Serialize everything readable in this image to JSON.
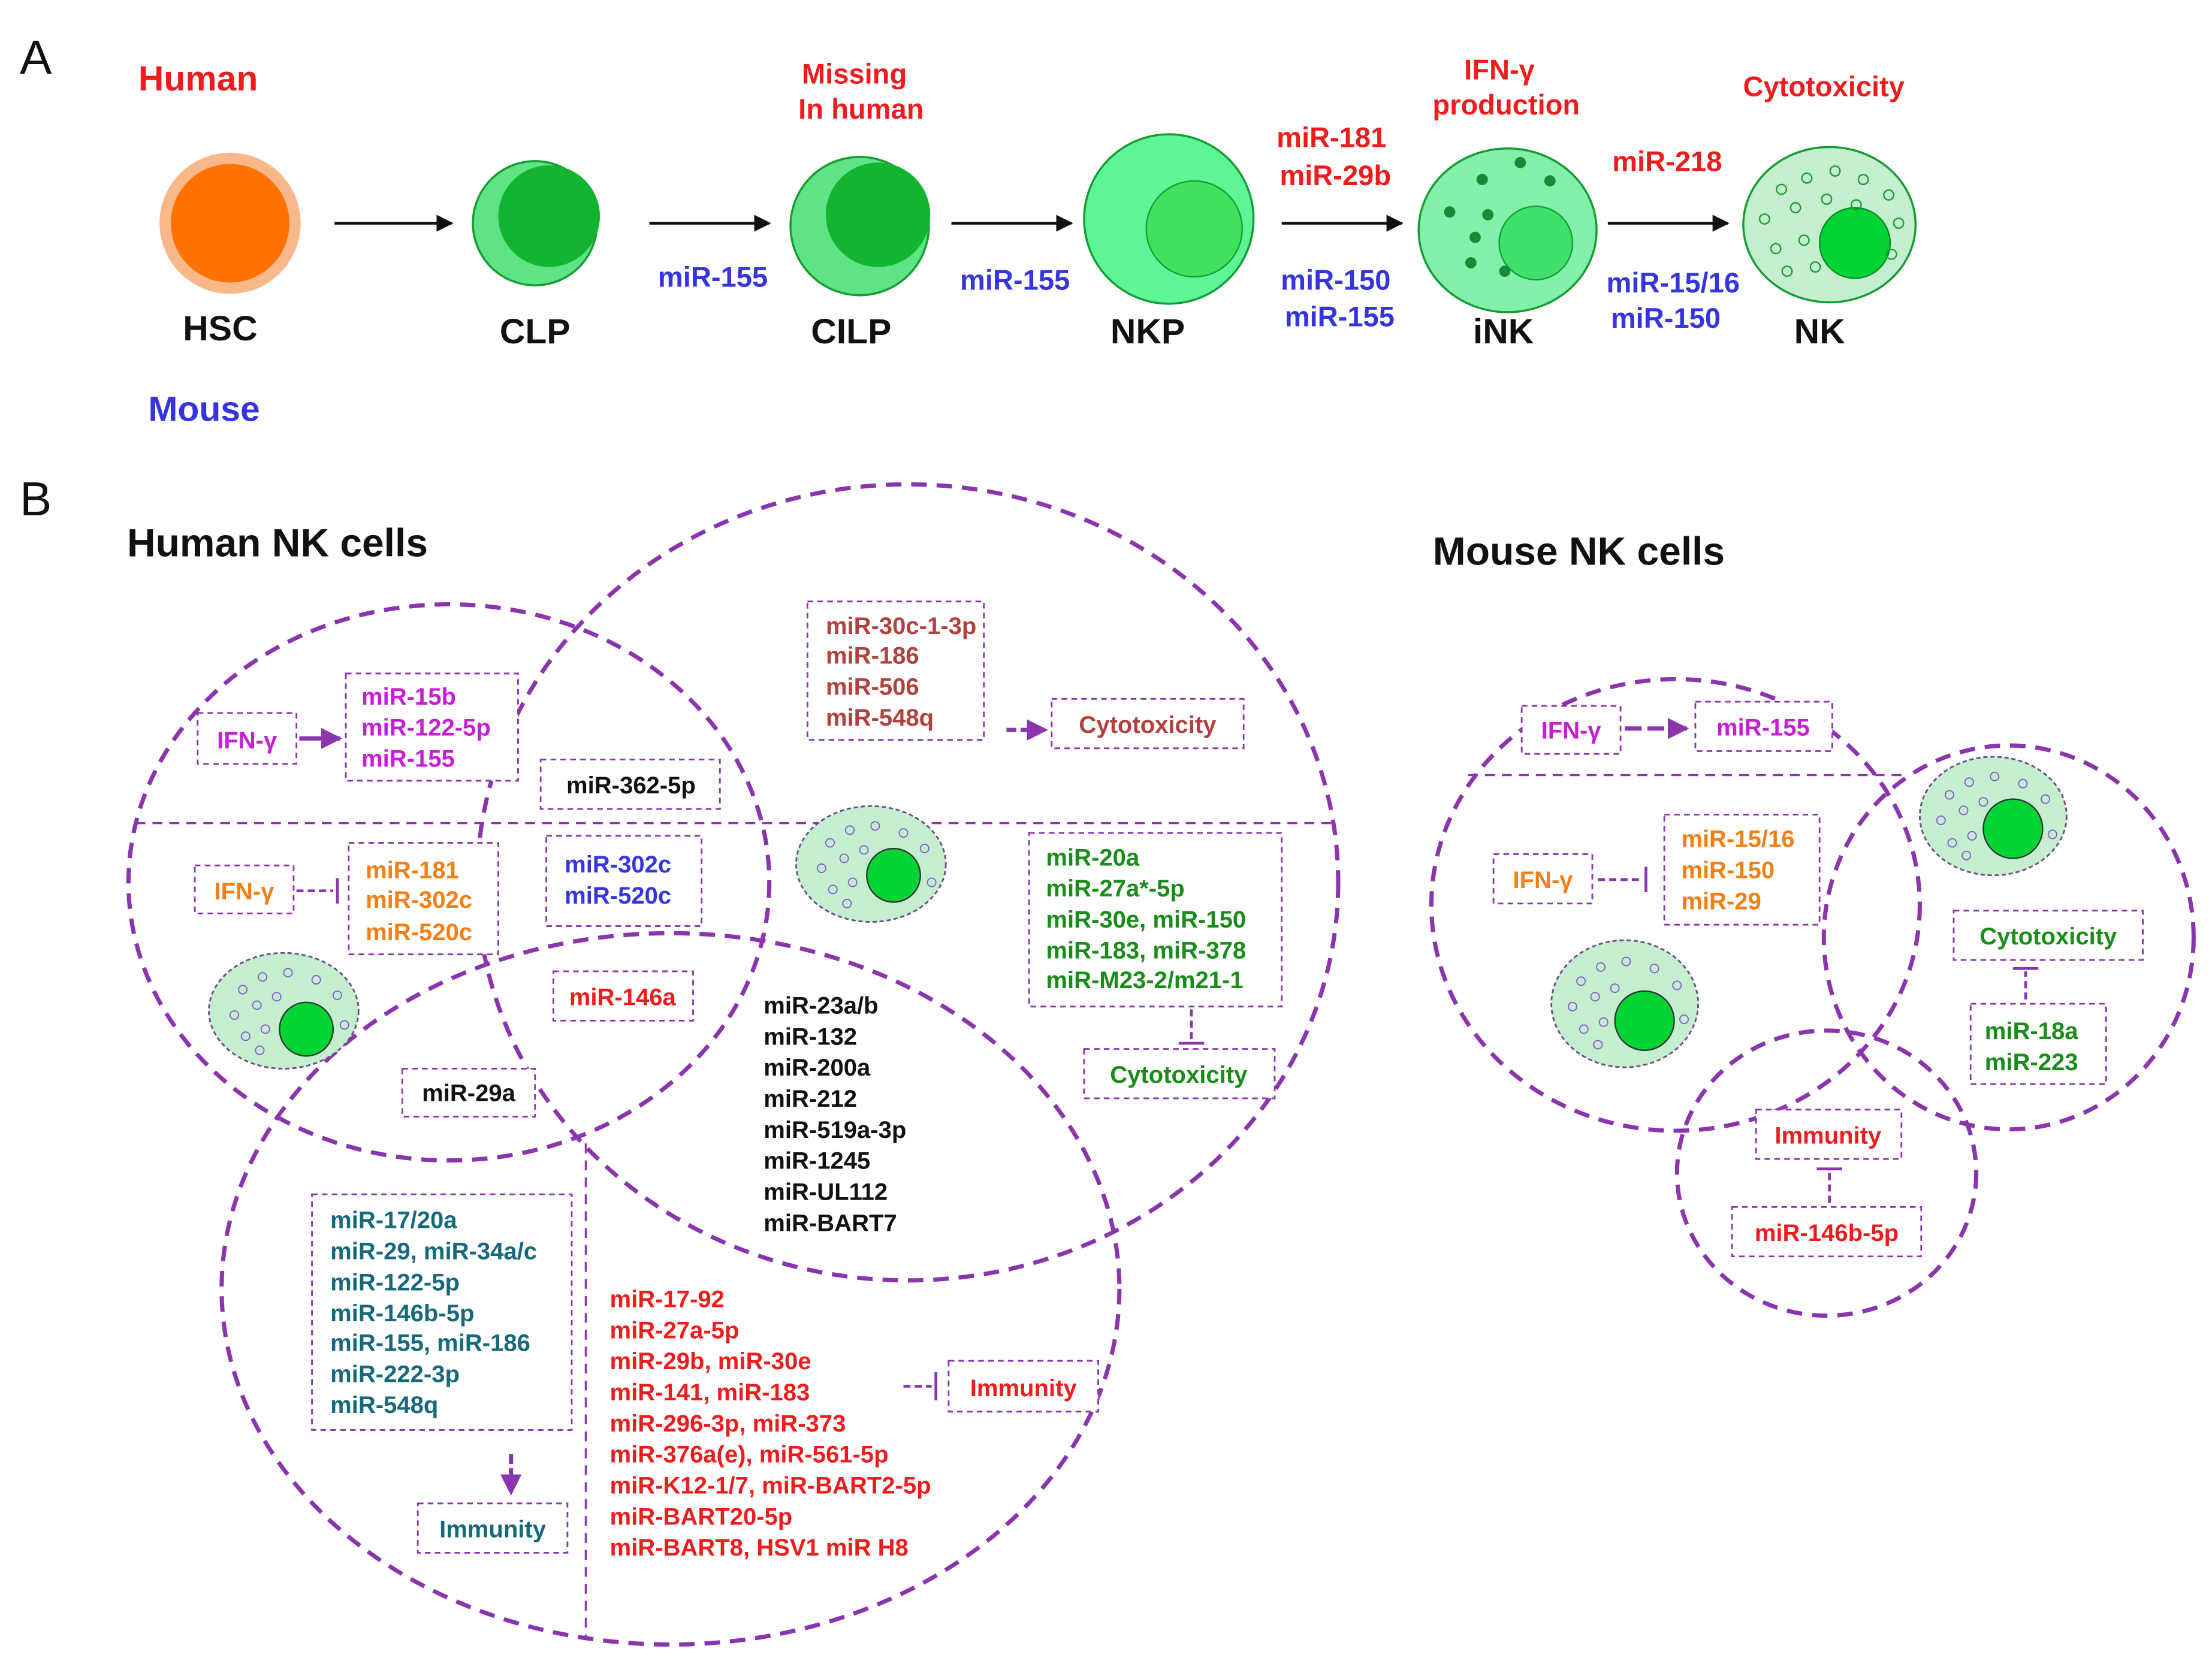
{
  "colors": {
    "red": "#ee1c1c",
    "blue": "#3535e0",
    "magenta": "#c51ed6",
    "orange": "#f07f16",
    "brown": "#b0413e",
    "green": "#1a8c1a",
    "teal": "#16697a",
    "black": "#111111",
    "purple": "#8a35ad",
    "hsc_inner": "#ff7200",
    "hsc_outer": "#f8b889",
    "cell_light": "#5ee486",
    "cell_dark": "#14b330",
    "nk_light": "#c4efce",
    "nucleus": "#00d435"
  },
  "panel_a": {
    "label": "A",
    "human_label": "Human",
    "mouse_label": "Mouse",
    "stages": [
      {
        "name": "HSC"
      },
      {
        "name": "CLP"
      },
      {
        "name": "CILP"
      },
      {
        "name": "NKP"
      },
      {
        "name": "iNK"
      },
      {
        "name": "NK"
      }
    ],
    "missing_note": [
      "Missing",
      "In human"
    ],
    "ifn_note": [
      "IFN-γ",
      "production"
    ],
    "cytotoxicity_note": "Cytotoxicity",
    "human_mirs": {
      "nkp_ink": [
        "miR-181",
        "miR-29b"
      ],
      "ink_nk": "miR-218"
    },
    "mouse_mirs": {
      "clp_cilp": "miR-155",
      "cilp_nkp": "miR-155",
      "nkp_ink": [
        "miR-150",
        "miR-155"
      ],
      "ink_nk": [
        "miR-15/16",
        "miR-150"
      ]
    }
  },
  "panel_b": {
    "label": "B",
    "human_title": "Human NK cells",
    "mouse_title": "Mouse NK cells",
    "human": {
      "ifn_up_label": "IFN-γ",
      "ifn_up_mirs": [
        "miR-15b",
        "miR-122-5p",
        "miR-155"
      ],
      "ifn_down_label": "IFN-γ",
      "ifn_down_mirs": [
        "miR-181",
        "miR-302c",
        "miR-520c"
      ],
      "mir_362": "miR-362-5p",
      "mir_302_520": [
        "miR-302c",
        "miR-520c"
      ],
      "mir_146a": "miR-146a",
      "mir_29a": "miR-29a",
      "cyto_up_mirs": [
        "miR-30c-1-3p",
        "miR-186",
        "miR-506",
        "miR-548q"
      ],
      "cyto_up_label": "Cytotoxicity",
      "cyto_down_mirs": [
        "miR-20a",
        "miR-27a*-5p",
        "miR-30e, miR-150",
        "miR-183, miR-378",
        "miR-M23-2/m21-1"
      ],
      "cyto_down_label": "Cytotoxicity",
      "center_mirs": [
        "miR-23a/b",
        "miR-132",
        "miR-200a",
        "miR-212",
        "miR-519a-3p",
        "miR-1245",
        "miR-UL112",
        "miR-BART7"
      ],
      "immunity_up_mirs": [
        "miR-17/20a",
        "miR-29, miR-34a/c",
        "miR-122-5p",
        "miR-146b-5p",
        "miR-155, miR-186",
        "miR-222-3p",
        "miR-548q"
      ],
      "immunity_up_label": "Immunity",
      "immunity_down_mirs": [
        "miR-17-92",
        "miR-27a-5p",
        "miR-29b, miR-30e",
        "miR-141, miR-183",
        "miR-296-3p, miR-373",
        "miR-376a(e), miR-561-5p",
        "miR-K12-1/7, miR-BART2-5p",
        "miR-BART20-5p",
        "miR-BART8, HSV1 miR H8"
      ],
      "immunity_down_label": "Immunity"
    },
    "mouse": {
      "ifn_up_label": "IFN-γ",
      "ifn_up_mir": "miR-155",
      "ifn_down_label": "IFN-γ",
      "ifn_down_mirs": [
        "miR-15/16",
        "miR-150",
        "miR-29"
      ],
      "cyto_label": "Cytotoxicity",
      "cyto_mirs": [
        "miR-18a",
        "miR-223"
      ],
      "immunity_label": "Immunity",
      "immunity_mir": "miR-146b-5p"
    }
  }
}
